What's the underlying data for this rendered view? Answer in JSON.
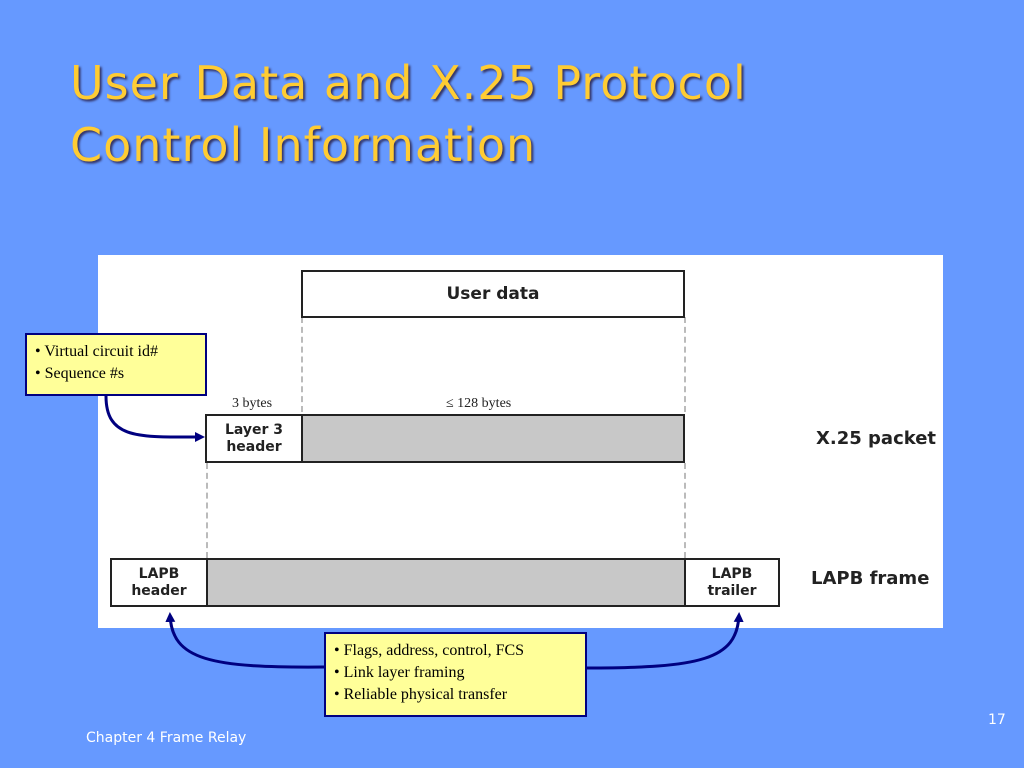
{
  "slide": {
    "title_line1": "User Data and X.25 Protocol",
    "title_line2": "Control Information",
    "footer": "Chapter 4 Frame Relay",
    "page_number": "17"
  },
  "diagram": {
    "user_data": "User data",
    "bytes_3": "3 bytes",
    "bytes_128": "≤ 128 bytes",
    "layer3_header_line1": "Layer 3",
    "layer3_header_line2": "header",
    "x25_packet": "X.25 packet",
    "lapb_header_line1": "LAPB",
    "lapb_header_line2": "header",
    "lapb_trailer_line1": "LAPB",
    "lapb_trailer_line2": "trailer",
    "lapb_frame": "LAPB frame"
  },
  "callouts": {
    "layer3": [
      "• Virtual circuit id#",
      "• Sequence #s"
    ],
    "lapb": [
      "• Flags, address, control, FCS",
      "• Link layer framing",
      "• Reliable physical transfer"
    ]
  },
  "colors": {
    "background": "#6699ff",
    "title": "#ffcc33",
    "callout_fill": "#ffff99",
    "callout_border": "#000080"
  }
}
